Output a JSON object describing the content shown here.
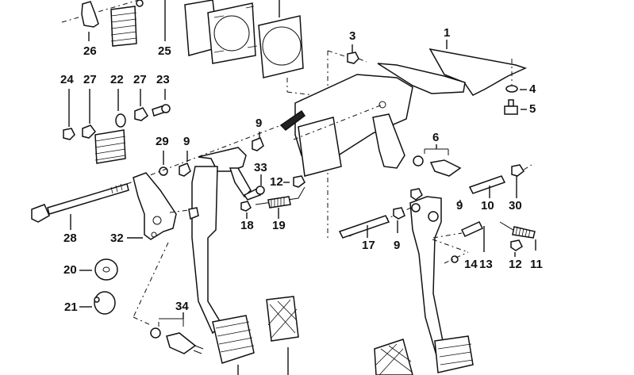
{
  "diagram": {
    "title": "Pedal assembly exploded view",
    "labels": {
      "p1": "1",
      "p3": "3",
      "p4": "4",
      "p5": "5",
      "p6": "6",
      "p9a": "9",
      "p9b": "9",
      "p9c": "9",
      "p9d": "9",
      "p10": "10",
      "p11": "11",
      "p12a": "12",
      "p12b": "12",
      "p13": "13",
      "p14": "14",
      "p17": "17",
      "p18": "18",
      "p19": "19",
      "p20": "20",
      "p21": "21",
      "p22": "22",
      "p23": "23",
      "p24": "24",
      "p25": "25",
      "p26": "26",
      "p27a": "27",
      "p27b": "27",
      "p28": "28",
      "p29": "29",
      "p30": "30",
      "p32": "32",
      "p33": "33",
      "p34": "34"
    }
  }
}
